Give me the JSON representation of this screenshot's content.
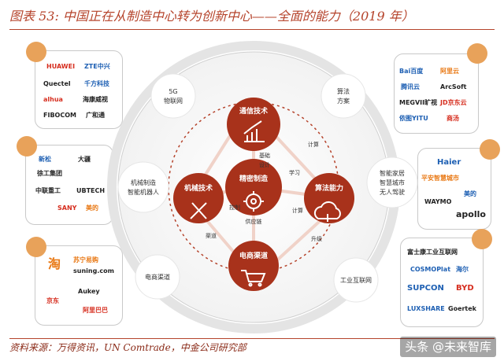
{
  "title": "图表 53: 中国正在从制造中心转为创新中心——全面的能力（2019 年）",
  "source": "资料来源：万得资讯，UN Comtrade，中金公司研究部",
  "watermark": "头条 @未来智库",
  "colors": {
    "accent": "#b5432b",
    "node_fill": "#a8321b",
    "outer_circle": "#ffffff",
    "ring": "#d9d9d9"
  },
  "core_nodes": {
    "center": "精密制造",
    "top": "通信技术",
    "left": "机械技术",
    "right": "算法能力",
    "bottom": "电商渠道"
  },
  "core_icons": {
    "center": "gear-icon",
    "top": "growth-chart-icon",
    "left": "wrench-screwdriver-icon",
    "right": "cloud-icon",
    "bottom": "shopping-cart-icon"
  },
  "link_labels": {
    "base": "基础",
    "design": "设计",
    "learn": "学习",
    "compute": "计算",
    "control": "控制",
    "supply_chain": "供应链",
    "channel": "渠道",
    "upgrade": "升级"
  },
  "outer_nodes": {
    "top_left": "5G\n物联网",
    "top_right": "算法\n方案",
    "mid_left": "机械制造\n智能机器人",
    "mid_right": "智能家居\n智慧城市\n无人驾驶",
    "bottom_left": "电商渠道",
    "bottom_right": "工业互联网"
  },
  "logos": {
    "top_left": [
      "HUAWEI",
      "ZTE中兴",
      "Quectel",
      "千方科技",
      "alhua",
      "海康威视",
      "FIBOCOM",
      "广和通"
    ],
    "mid_left": [
      "新松",
      "大疆",
      "徐工集团",
      "中联重工",
      "UBTECH",
      "SANY",
      "美的"
    ],
    "bottom_left": [
      "淘",
      "苏宁易购",
      "suning.com",
      "Aukey",
      "京东",
      "阿里巴巴"
    ],
    "top_right": [
      "Bai百度",
      "阿里云",
      "腾讯云",
      "ArcSoft",
      "MEGVII旷视",
      "JD京东云",
      "依图YITU",
      "商汤"
    ],
    "mid_right": [
      "Haier",
      "平安智慧城市",
      "美的",
      "WAYMO",
      "apollo"
    ],
    "bottom_right": [
      "富士康工业互联网",
      "COSMOPlat",
      "海尔",
      "SUPCON",
      "BYD",
      "LUXSHARE",
      "Goertek"
    ]
  }
}
